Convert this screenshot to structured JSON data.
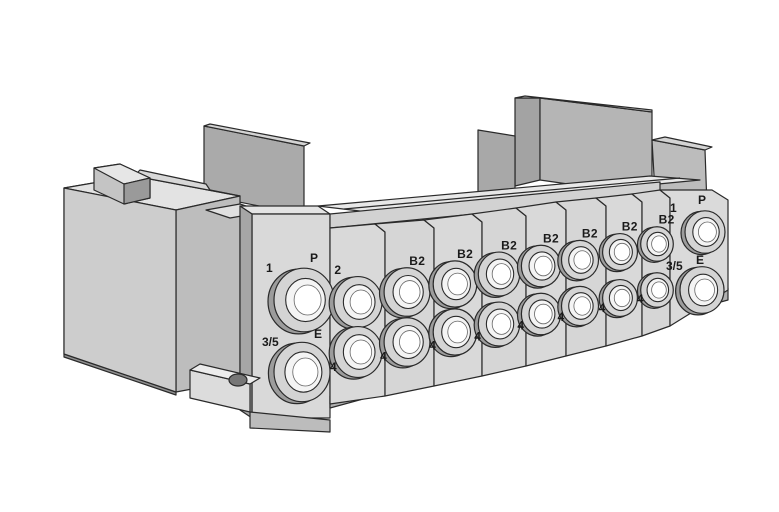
{
  "labels": {
    "left_supply_port": "1",
    "left_supply_letter": "P",
    "left_exhaust_port": "3/5",
    "left_exhaust_letter": "E",
    "right_supply_port": "1",
    "right_supply_letter": "P",
    "right_exhaust_port": "3/5",
    "right_exhaust_letter": "E",
    "outlet_b": "B",
    "outlet_2": "2",
    "outlet_a4": "4"
  },
  "colors": {
    "face": "#d9d9d9",
    "top": "#e6e6e6",
    "side": "#a3a3a3",
    "dark": "#8c8c8c",
    "edge": "#2a2a2a"
  },
  "stations": 8
}
